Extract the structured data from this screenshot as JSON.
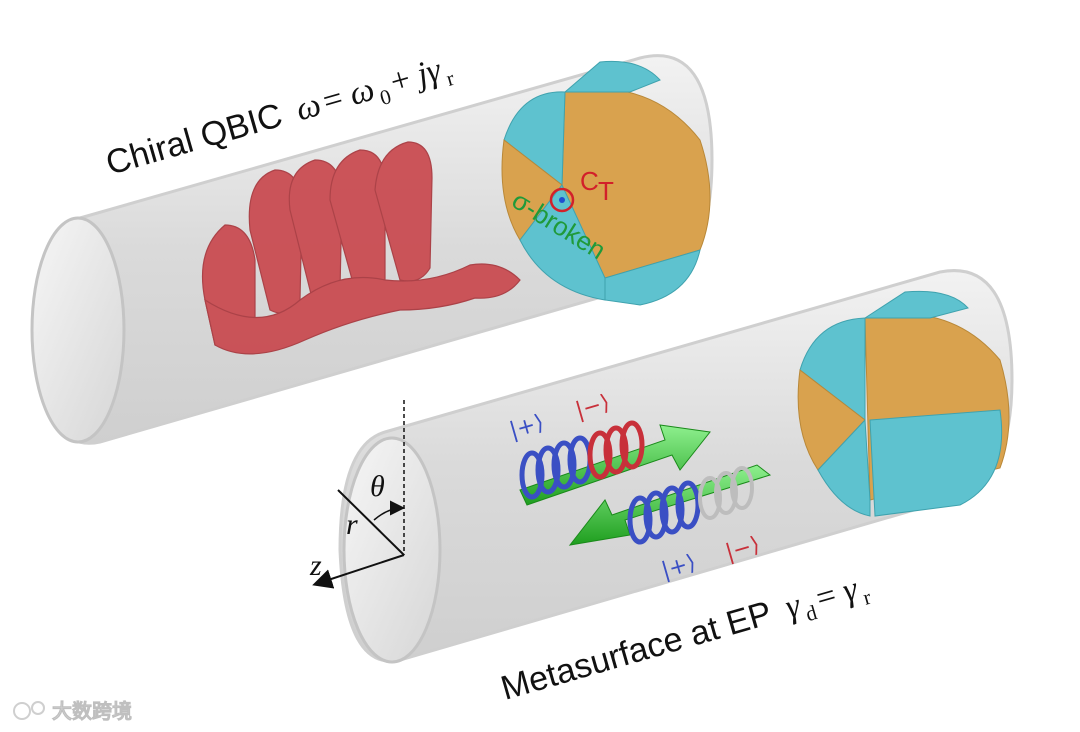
{
  "top_panel": {
    "title_text": "Chiral QBIC",
    "eq_omega": "ω",
    "eq_equals": " = ",
    "eq_omega0": "ω",
    "eq_omega0_sub": "0",
    "eq_plus": " + ",
    "eq_j": "jγ",
    "eq_gamma_r_sub": "r",
    "ct_label": "C",
    "ct_sub": "T",
    "sigma_label": "σ-broken"
  },
  "bottom_panel": {
    "title_text": "Metasurface at EP",
    "eq_gamma": "γ",
    "eq_gamma_d_sub": "d",
    "eq_equals": " = ",
    "eq_gamma2": "γ",
    "eq_gamma_r_sub": "r",
    "ket_plus_top": "|+⟩",
    "ket_minus_top": "|−⟩",
    "ket_plus_bottom": "|+⟩",
    "ket_minus_bottom": "|−⟩",
    "axis_theta": "θ",
    "axis_r": "r",
    "axis_z": "z"
  },
  "watermark": {
    "text": "大数跨境"
  },
  "colors": {
    "helix_red": "#c9484e",
    "gold": "#d9a24e",
    "cyan": "#5ec2cf",
    "ket_blue": "#3a4fc4",
    "ket_red": "#c8303a",
    "arrow_green": "#3cc43c",
    "sigma_green": "#1f9a3a",
    "ct_red": "#d2202a"
  }
}
